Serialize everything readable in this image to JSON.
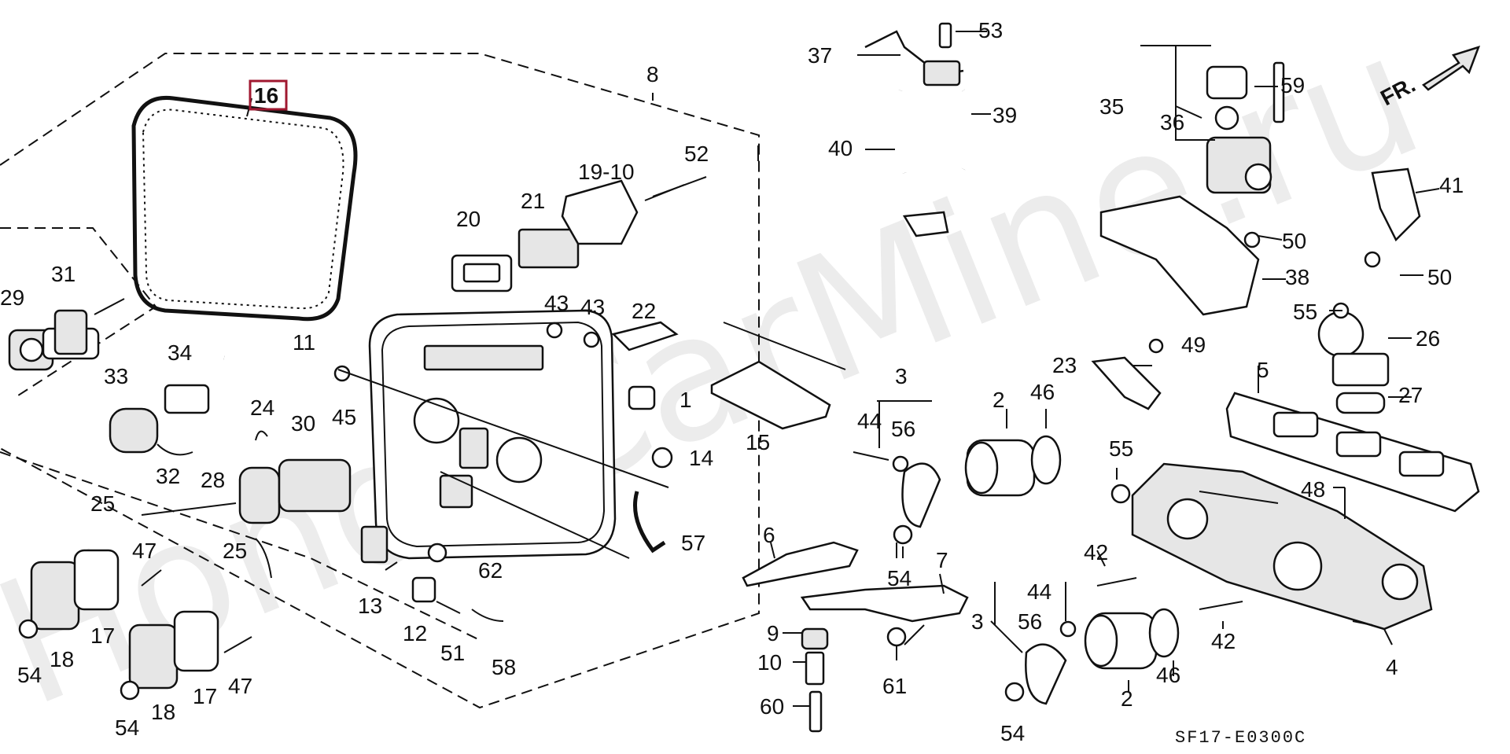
{
  "watermark": "HondaCarMine.ru",
  "diagram_code": "SF17-E0300C",
  "direction_label": "FR.",
  "highlighted_label": "16",
  "callouts": {
    "c1": "1",
    "c2a": "2",
    "c2b": "2",
    "c3a": "3",
    "c3b": "3",
    "c4": "4",
    "c5": "5",
    "c6": "6",
    "c7": "7",
    "c8": "8",
    "c9": "9",
    "c10": "10",
    "c11": "11",
    "c12": "12",
    "c13": "13",
    "c14": "14",
    "c15": "15",
    "c17a": "17",
    "c17b": "17",
    "c18a": "18",
    "c18b": "18",
    "c19": "19-10",
    "c20": "20",
    "c21": "21",
    "c22": "22",
    "c23": "23",
    "c24": "24",
    "c25a": "25",
    "c25b": "25",
    "c26": "26",
    "c27": "27",
    "c28": "28",
    "c29": "29",
    "c30": "30",
    "c31": "31",
    "c32": "32",
    "c33": "33",
    "c34": "34",
    "c35": "35",
    "c36": "36",
    "c37": "37",
    "c38": "38",
    "c39": "39",
    "c40": "40",
    "c41": "41",
    "c42a": "42",
    "c42b": "42",
    "c43a": "43",
    "c43b": "43",
    "c44a": "44",
    "c44b": "44",
    "c45": "45",
    "c46a": "46",
    "c46b": "46",
    "c47a": "47",
    "c47b": "47",
    "c48": "48",
    "c49": "49",
    "c50a": "50",
    "c50b": "50",
    "c51": "51",
    "c52": "52",
    "c53": "53",
    "c54a": "54",
    "c54b": "54",
    "c54c": "54",
    "c54d": "54",
    "c55a": "55",
    "c55b": "55",
    "c56a": "56",
    "c56b": "56",
    "c57": "57",
    "c58": "58",
    "c59": "59",
    "c60": "60",
    "c61": "61",
    "c62": "62"
  }
}
